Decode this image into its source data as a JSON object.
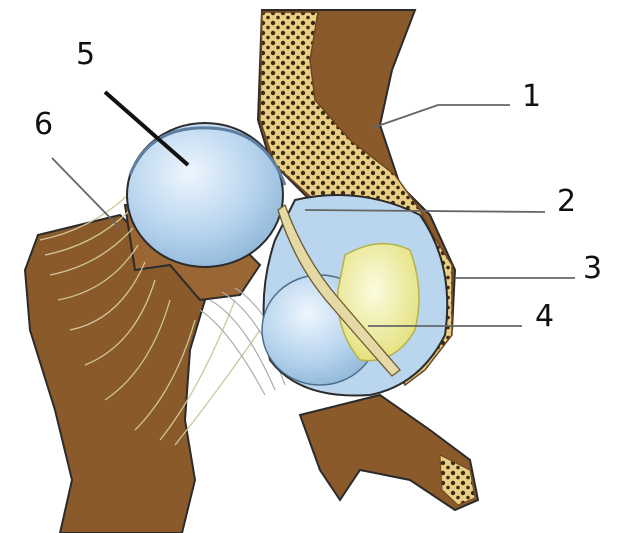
{
  "labels": [
    {
      "id": "1",
      "text": "1"
    },
    {
      "id": "2",
      "text": "2"
    },
    {
      "id": "3",
      "text": "3"
    },
    {
      "id": "4",
      "text": "4"
    },
    {
      "id": "5",
      "text": "5"
    },
    {
      "id": "6",
      "text": "6"
    }
  ],
  "colors": {
    "bone": "#8a5a2b",
    "bone_dark": "#6e451f",
    "spongy": "#e9cf86",
    "cartilage": "#b9d6ee",
    "cartilage_edge": "#7ea8c8",
    "fat_pad": "#f2ef9a",
    "ligament": "#d8cfa6",
    "capsule": "#cfd2d8",
    "outline": "#2b2b2b",
    "leader": "#666666"
  }
}
